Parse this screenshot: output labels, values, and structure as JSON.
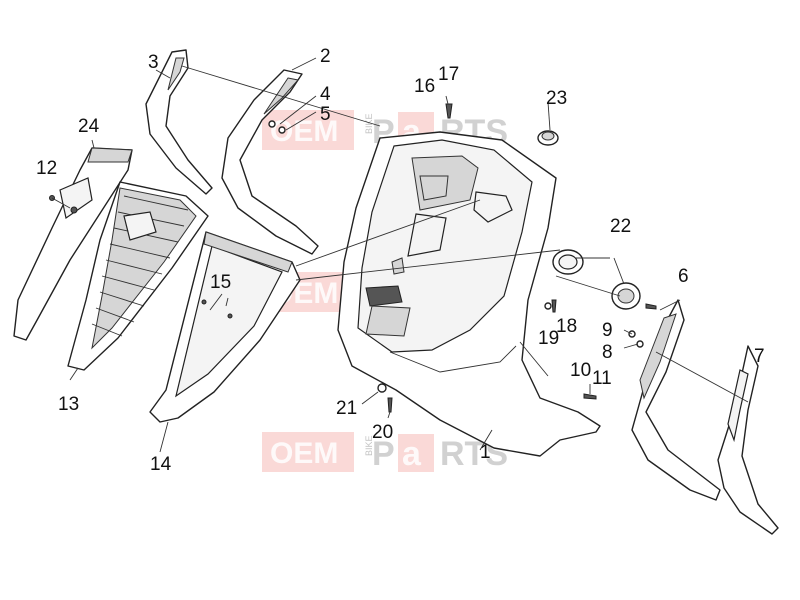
{
  "watermark": {
    "word1": "OEM",
    "word2": "BIKE",
    "word3a": "P",
    "word3b": "a",
    "word3c": "RTS"
  },
  "callouts": {
    "c1": "1",
    "c2": "2",
    "c3": "3",
    "c4": "4",
    "c5": "5",
    "c6": "6",
    "c7": "7",
    "c8": "8",
    "c9": "9",
    "c10": "10",
    "c11": "11",
    "c12": "12",
    "c13": "13",
    "c14": "14",
    "c15": "15",
    "c16": "16",
    "c17": "17",
    "c18": "18",
    "c19": "19",
    "c20": "20",
    "c21": "21",
    "c22": "22",
    "c23": "23",
    "c24": "24"
  }
}
